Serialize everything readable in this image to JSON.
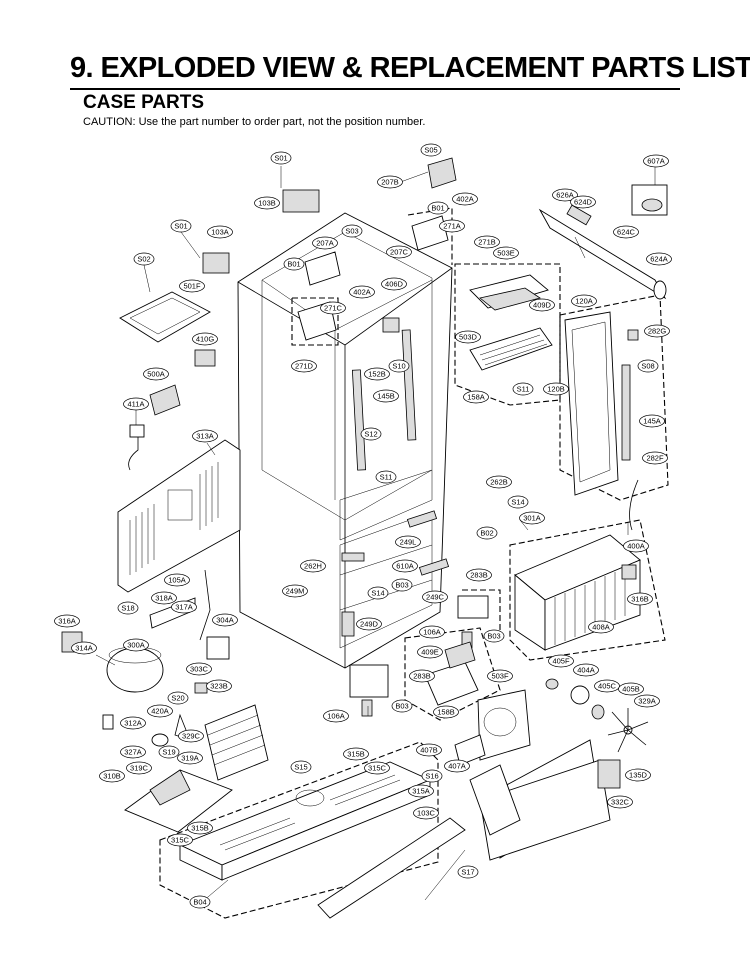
{
  "header": {
    "title": "9. EXPLODED VIEW & REPLACEMENT PARTS LIST",
    "subtitle": "CASE PARTS",
    "caution": "CAUTION: Use the part number to order part, not the position number."
  },
  "callouts": [
    {
      "id": "S01",
      "text": "S01"
    },
    {
      "id": "103B",
      "text": "103B"
    },
    {
      "id": "S01b",
      "text": "S01"
    },
    {
      "id": "103A",
      "text": "103A"
    },
    {
      "id": "S02",
      "text": "S02"
    },
    {
      "id": "501F",
      "text": "501F"
    },
    {
      "id": "410G",
      "text": "410G"
    },
    {
      "id": "500A",
      "text": "500A"
    },
    {
      "id": "411A",
      "text": "411A"
    },
    {
      "id": "313A",
      "text": "313A"
    },
    {
      "id": "207B",
      "text": "207B"
    },
    {
      "id": "402A",
      "text": "402A"
    },
    {
      "id": "B01",
      "text": "B01"
    },
    {
      "id": "271A",
      "text": "271A"
    },
    {
      "id": "271B",
      "text": "271B"
    },
    {
      "id": "503E",
      "text": "503E"
    },
    {
      "id": "207A",
      "text": "207A"
    },
    {
      "id": "S03",
      "text": "S03"
    },
    {
      "id": "B01b",
      "text": "B01"
    },
    {
      "id": "207C",
      "text": "207C"
    },
    {
      "id": "406D",
      "text": "406D"
    },
    {
      "id": "402Ab",
      "text": "402A"
    },
    {
      "id": "271C",
      "text": "271C"
    },
    {
      "id": "271D",
      "text": "271D"
    },
    {
      "id": "S10",
      "text": "S10"
    },
    {
      "id": "152B",
      "text": "152B"
    },
    {
      "id": "145B",
      "text": "145B"
    },
    {
      "id": "S12",
      "text": "S12"
    },
    {
      "id": "S11",
      "text": "S11"
    },
    {
      "id": "409D",
      "text": "409D"
    },
    {
      "id": "503D",
      "text": "503D"
    },
    {
      "id": "158A",
      "text": "158A"
    },
    {
      "id": "S11b",
      "text": "S11"
    },
    {
      "id": "607A",
      "text": "607A"
    },
    {
      "id": "626A",
      "text": "626A"
    },
    {
      "id": "624D",
      "text": "624D"
    },
    {
      "id": "624C",
      "text": "624C"
    },
    {
      "id": "624A",
      "text": "624A"
    },
    {
      "id": "120A",
      "text": "120A"
    },
    {
      "id": "282G",
      "text": "282G"
    },
    {
      "id": "S08",
      "text": "S08"
    },
    {
      "id": "120B",
      "text": "120B"
    },
    {
      "id": "145A",
      "text": "145A"
    },
    {
      "id": "282F",
      "text": "282F"
    },
    {
      "id": "262B",
      "text": "262B"
    },
    {
      "id": "S14",
      "text": "S14"
    },
    {
      "id": "B02",
      "text": "B02"
    },
    {
      "id": "301A",
      "text": "301A"
    },
    {
      "id": "400A",
      "text": "400A"
    },
    {
      "id": "316B",
      "text": "316B"
    },
    {
      "id": "249L",
      "text": "249L"
    },
    {
      "id": "262H",
      "text": "262H"
    },
    {
      "id": "610A",
      "text": "610A"
    },
    {
      "id": "B03",
      "text": "B03"
    },
    {
      "id": "249M",
      "text": "249M"
    },
    {
      "id": "S14b",
      "text": "S14"
    },
    {
      "id": "249C",
      "text": "249C"
    },
    {
      "id": "283B",
      "text": "283B"
    },
    {
      "id": "B03b",
      "text": "B03"
    },
    {
      "id": "249D",
      "text": "249D"
    },
    {
      "id": "408A",
      "text": "408A"
    },
    {
      "id": "105A",
      "text": "105A"
    },
    {
      "id": "S18",
      "text": "S18"
    },
    {
      "id": "318A",
      "text": "318A"
    },
    {
      "id": "317A",
      "text": "317A"
    },
    {
      "id": "316A",
      "text": "316A"
    },
    {
      "id": "304A",
      "text": "304A"
    },
    {
      "id": "314A",
      "text": "314A"
    },
    {
      "id": "300A",
      "text": "300A"
    },
    {
      "id": "303C",
      "text": "303C"
    },
    {
      "id": "323B",
      "text": "323B"
    },
    {
      "id": "S20",
      "text": "S20"
    },
    {
      "id": "420A",
      "text": "420A"
    },
    {
      "id": "329C",
      "text": "329C"
    },
    {
      "id": "312A",
      "text": "312A"
    },
    {
      "id": "327A",
      "text": "327A"
    },
    {
      "id": "S19",
      "text": "S19"
    },
    {
      "id": "319A",
      "text": "319A"
    },
    {
      "id": "319C",
      "text": "319C"
    },
    {
      "id": "310B",
      "text": "310B"
    },
    {
      "id": "106A",
      "text": "106A"
    },
    {
      "id": "409E",
      "text": "409E"
    },
    {
      "id": "283Bb",
      "text": "283B"
    },
    {
      "id": "503F",
      "text": "503F"
    },
    {
      "id": "158B",
      "text": "158B"
    },
    {
      "id": "B03c",
      "text": "B03"
    },
    {
      "id": "106Ab",
      "text": "106A"
    },
    {
      "id": "405F",
      "text": "405F"
    },
    {
      "id": "404A",
      "text": "404A"
    },
    {
      "id": "405C",
      "text": "405C"
    },
    {
      "id": "405B",
      "text": "405B"
    },
    {
      "id": "329A",
      "text": "329A"
    },
    {
      "id": "407B",
      "text": "407B"
    },
    {
      "id": "407A",
      "text": "407A"
    },
    {
      "id": "S16",
      "text": "S16"
    },
    {
      "id": "135D",
      "text": "135D"
    },
    {
      "id": "332C",
      "text": "332C"
    },
    {
      "id": "315B",
      "text": "315B"
    },
    {
      "id": "S15",
      "text": "S15"
    },
    {
      "id": "315C",
      "text": "315C"
    },
    {
      "id": "315A",
      "text": "315A"
    },
    {
      "id": "315Bb",
      "text": "315B"
    },
    {
      "id": "315Cb",
      "text": "315C"
    },
    {
      "id": "103C",
      "text": "103C"
    },
    {
      "id": "S17",
      "text": "S17"
    },
    {
      "id": "B04",
      "text": "B04"
    },
    {
      "id": "S0x",
      "text": "S05"
    }
  ]
}
